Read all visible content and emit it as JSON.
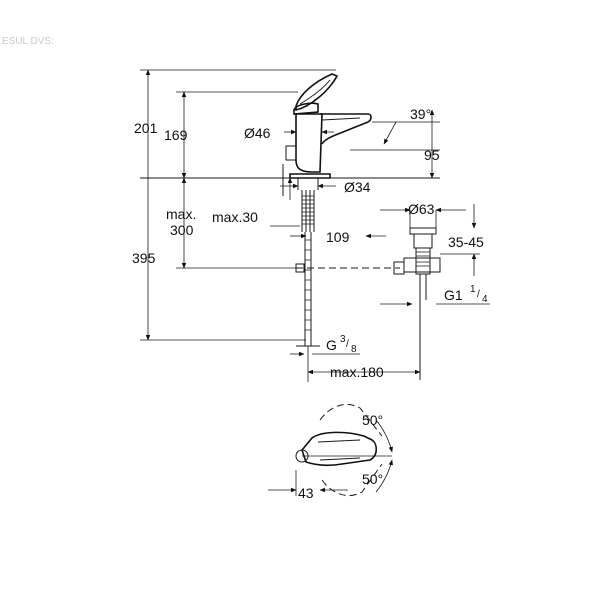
{
  "watermark": "ESUL DVS:",
  "dimensions": {
    "overall_height": "201",
    "spout_height": "169",
    "body_diameter": "Ø46",
    "spout_angle": "39°",
    "spout_projection_height": "95",
    "hole_diameter": "Ø34",
    "max_thickness_label": "max.",
    "max_thickness_value": "300",
    "max_30": "max.30",
    "reach": "109",
    "waste_diameter": "Ø63",
    "waste_range": "35-45",
    "total_height": "395",
    "waste_thread_main": "G1",
    "waste_thread_num": "1",
    "waste_thread_den": "4",
    "supply_thread_main": "G",
    "supply_thread_num": "3",
    "supply_thread_den": "8",
    "max_180": "max.180",
    "rotation_top": "50°",
    "rotation_bottom": "50°",
    "lever_offset": "43"
  }
}
